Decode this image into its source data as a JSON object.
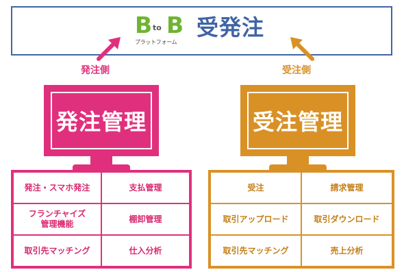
{
  "banner": {
    "logo_b1": "B",
    "logo_to": "to",
    "logo_b2": "B",
    "logo_sub": "プラットフォーム",
    "title": "受発注"
  },
  "order_side": {
    "label": "発注側",
    "screen_title": "発注管理",
    "color": "#e0307d",
    "items": [
      "発注・スマホ発注",
      "支払管理",
      "フランチャイズ\n管理機能",
      "棚卸管理",
      "取引先マッチング",
      "仕入分析"
    ]
  },
  "receive_side": {
    "label": "受注側",
    "screen_title": "受注管理",
    "color": "#d99126",
    "items": [
      "受注",
      "請求管理",
      "取引アップロード",
      "取引ダウンロード",
      "取引先マッチング",
      "売上分析"
    ]
  },
  "colors": {
    "banner_border": "#3f64a6",
    "logo_green": "#6fb431",
    "arrow_pink": "#e0307d",
    "arrow_orange": "#d99126"
  }
}
